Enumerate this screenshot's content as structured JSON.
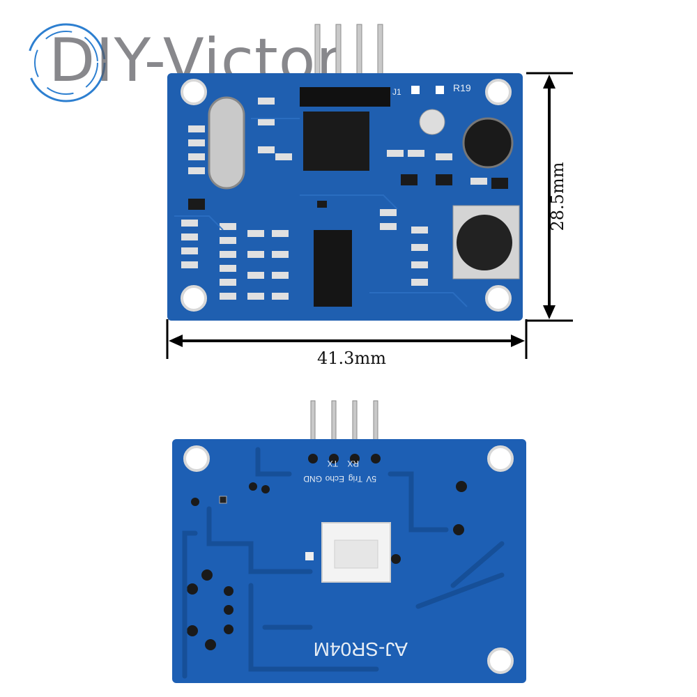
{
  "watermark": {
    "text": "DIY-Victor"
  },
  "top_board": {
    "silkscreen": {
      "r19": "R19",
      "j1": "J1"
    }
  },
  "dimensions": {
    "width": "41.3mm",
    "height": "28.5mm"
  },
  "bottom_board": {
    "model": "AJ-SR04M",
    "pin_labels": [
      "5V",
      "Trig",
      "Echo",
      "GND"
    ],
    "pin_labels_alt": [
      "RX",
      "TX"
    ]
  },
  "colors": {
    "pcb_blue": "#1f5fb0",
    "pcb_dark": "#0f3a78",
    "pin_metal": "#c8c8c8"
  }
}
